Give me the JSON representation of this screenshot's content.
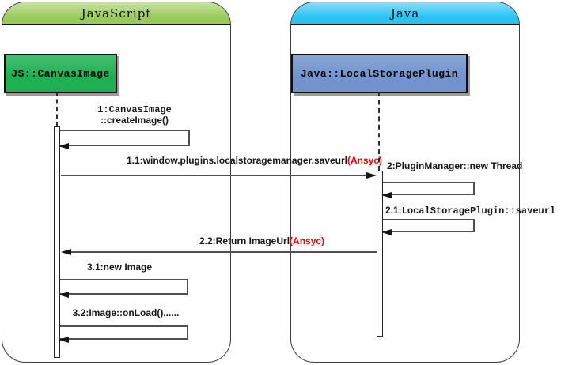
{
  "diagram_type": "uml-sequence",
  "frames": {
    "javascript": {
      "title": "JavaScript"
    },
    "java": {
      "title": "Java"
    }
  },
  "objects": {
    "canvas_image": {
      "label": "JS::CanvasImage"
    },
    "plugin": {
      "label": "Java::LocalStoragePlugin"
    }
  },
  "messages": {
    "m1": {
      "line1": "1:CanvasImage",
      "line2": "::createImage()"
    },
    "m1_1": {
      "text": "1.1:window.plugins.localstoragemanager.saveurl",
      "async": "(Ansyc)"
    },
    "m2": {
      "text": "2:PluginManager::new Thread"
    },
    "m2_1": {
      "num": "2.1:",
      "text": "LocalStoragePlugin::saveurl"
    },
    "m2_2": {
      "text": "2.2:Return ImageUrl",
      "async": "(Ansyc)"
    },
    "m3_1": {
      "text": "3.1:new Image"
    },
    "m3_2": {
      "text": "3.2:Image::onLoad()......"
    }
  },
  "colors": {
    "javascript_header": "#9aca5b",
    "java_header": "#29c3f3",
    "canvas_image_box": "#1eb053",
    "plugin_box": "#7293ce",
    "async_red": "#f40000",
    "line": "#4f4f4f"
  }
}
